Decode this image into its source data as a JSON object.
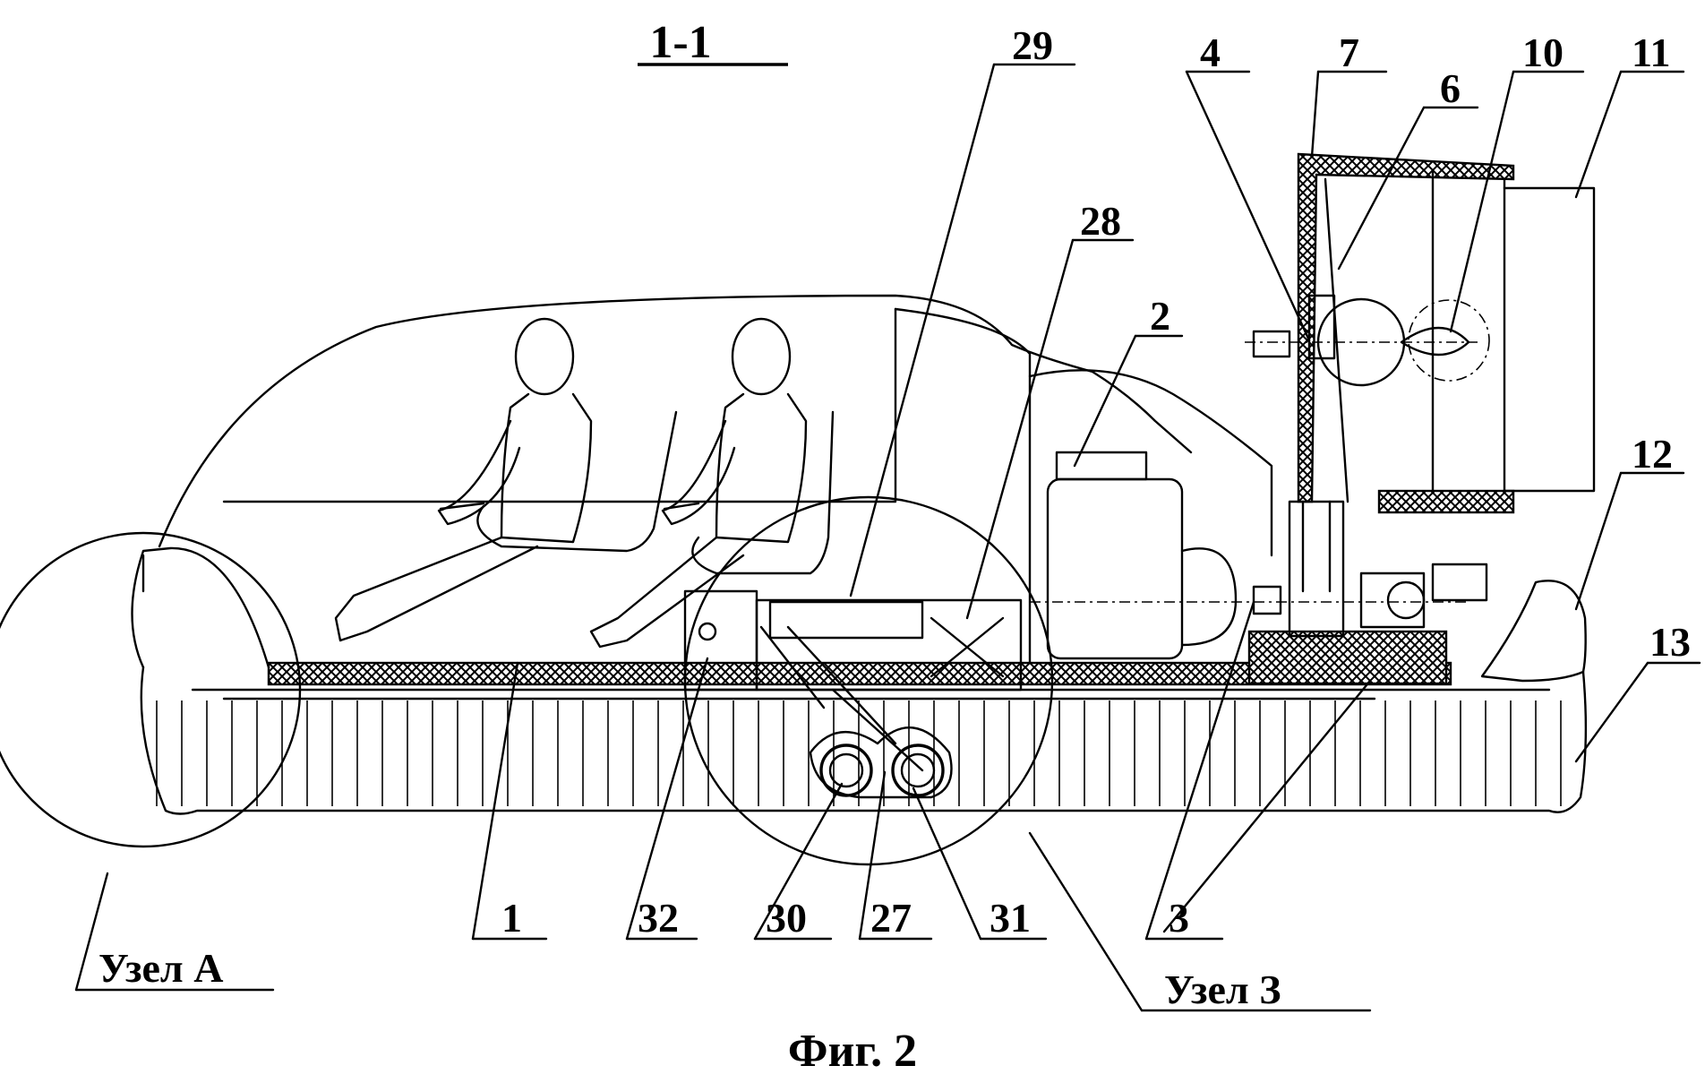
{
  "section_label": "1-1",
  "caption": "Фиг. 2",
  "callouts": {
    "n1": "1",
    "n2": "2",
    "n3": "3",
    "n4": "4",
    "n6": "6",
    "n7": "7",
    "n10": "10",
    "n11": "11",
    "n12": "12",
    "n13": "13",
    "n27": "27",
    "n28": "28",
    "n29": "29",
    "n30": "30",
    "n31": "31",
    "n32": "32"
  },
  "detail_a": "Узел  А",
  "detail_3": "Узел  З"
}
